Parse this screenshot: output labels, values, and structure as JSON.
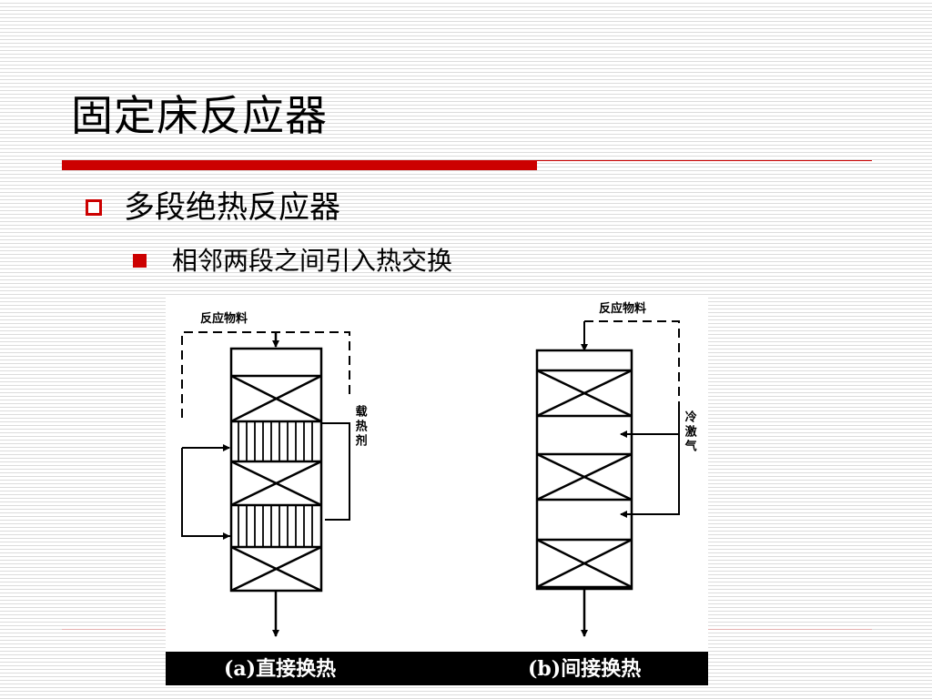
{
  "slide": {
    "title": "固定床反应器",
    "bullet_level1": "多段绝热反应器",
    "bullet_level2": "相邻两段之间引入热交换"
  },
  "colors": {
    "accent_red": "#cc0000",
    "caption_bar": "#000000"
  },
  "figure": {
    "left_diagram": {
      "feed_label": "反应物料",
      "side_label": "载热剂",
      "caption": "(a)直接换热"
    },
    "right_diagram": {
      "feed_label": "反应物料",
      "side_label": "冷激气",
      "caption": "(b)间接换热"
    }
  }
}
